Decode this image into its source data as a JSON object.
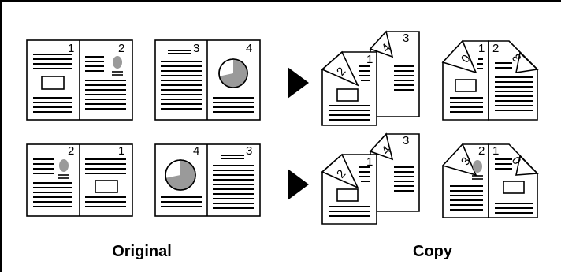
{
  "labels": {
    "original": "Original",
    "copy": "Copy"
  },
  "page_numbers": {
    "row1_original": [
      "1",
      "2",
      "3",
      "4"
    ],
    "row1_copy_stack": [
      "1",
      "2",
      "3",
      "4"
    ],
    "row1_copy_open": [
      "0",
      "1",
      "2",
      "3"
    ],
    "row2_original": [
      "2",
      "1",
      "4",
      "3"
    ],
    "row2_copy_stack": [
      "1",
      "2",
      "3",
      "4"
    ],
    "row2_copy_open": [
      "3",
      "2",
      "1",
      "0"
    ]
  },
  "colors": {
    "line": "#000000",
    "gray": "#9a9a9a",
    "stroke": "#000000"
  }
}
